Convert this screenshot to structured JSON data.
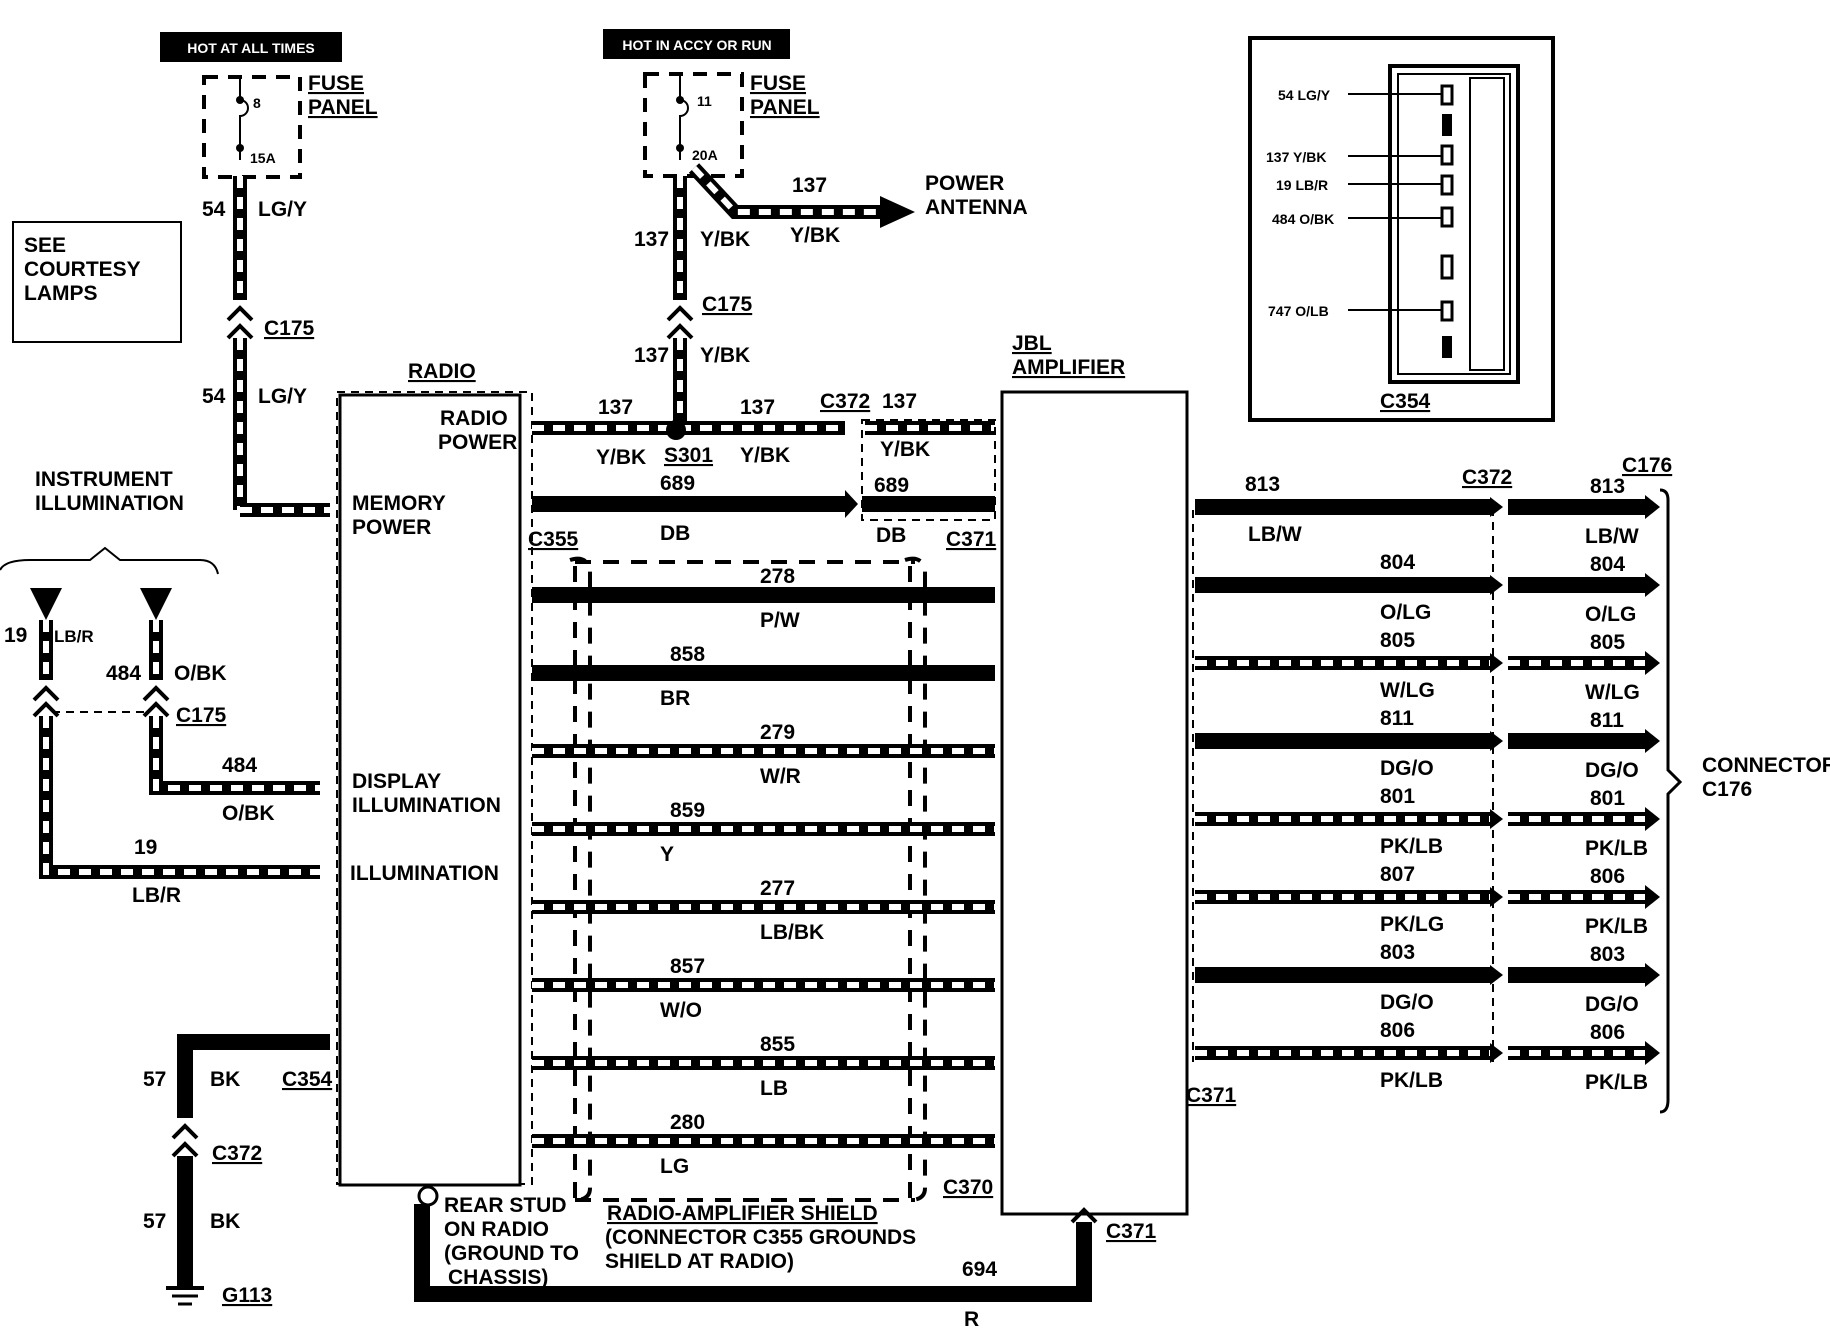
{
  "diagram": {
    "hot_at_all_times": "HOT AT ALL TIMES",
    "hot_in_accy_or_run": "HOT IN ACCY OR RUN",
    "fuse_panel_1": [
      "FUSE",
      "PANEL"
    ],
    "fuse_panel_2": [
      "FUSE",
      "PANEL"
    ],
    "fuse_8_num": "8",
    "fuse_8_amp": "15A",
    "fuse_11_num": "11",
    "fuse_11_amp": "20A",
    "power_antenna": [
      "POWER",
      "ANTENNA"
    ],
    "see_courtesy": [
      "SEE",
      "COURTESY",
      "LAMPS"
    ],
    "instrument_illumination": [
      "INSTRUMENT",
      "ILLUMINATION"
    ],
    "radio_title": "RADIO",
    "radio_power": [
      "RADIO",
      "POWER"
    ],
    "memory_power": [
      "MEMORY",
      "POWER"
    ],
    "display_illumination": [
      "DISPLAY",
      "ILLUMINATION"
    ],
    "illumination": "ILLUMINATION",
    "jbl_amplifier": [
      "JBL",
      "AMPLIFIER"
    ],
    "connector_c176": [
      "CONNECTOR",
      "C176"
    ],
    "rear_stud": [
      "REAR STUD",
      "ON RADIO",
      "(GROUND TO",
      "CHASSIS)"
    ],
    "shield_note": [
      "RADIO-AMPLIFIER SHIELD",
      "(CONNECTOR C355 GROUNDS",
      "SHIELD AT RADIO)"
    ],
    "inset_connector": "C354",
    "inset_pins": [
      "54 LG/Y",
      "137 Y/BK",
      "19 LB/R",
      "484 O/BK",
      "747 O/LB"
    ],
    "connectors": {
      "c175_a": "C175",
      "c175_b": "C175",
      "c175_c": "C175",
      "c372_a": "C372",
      "c372_b": "C372",
      "c372_c": "C372",
      "s301": "S301",
      "c355": "C355",
      "c371_a": "C371",
      "c371_b": "C371",
      "c371_c": "C371",
      "c370": "C370",
      "c354": "C354",
      "c176": "C176",
      "g113": "G113"
    },
    "wires": {
      "w54_num": "54",
      "w54_col": "LG/Y",
      "w54_num2": "54",
      "w54_col2": "LG/Y",
      "w137_num_a": "137",
      "w137_col_a": "Y/BK",
      "w137_num_b": "137",
      "w137_col_b": "Y/BK",
      "w137_num_c": "137",
      "w137_col_c": "Y/BK",
      "w137_num_d": "137",
      "w137_col_d": "Y/BK",
      "w137_num_e": "137",
      "w137_col_e": "Y/BK",
      "w137_num_f": "137",
      "w137_col_f": "Y/BK",
      "w137_num_g": "137",
      "w689_a": "689",
      "w689_b": "689",
      "db_a": "DB",
      "db_b": "DB",
      "w19": "19",
      "w19_col": "LB/R",
      "w19_b": "19",
      "w19_col_b": "LB/R",
      "w484": "484",
      "w484_col": "O/BK",
      "w484_b": "484",
      "w484_col_b": "O/BK",
      "w57": "57",
      "w57_col": "BK",
      "w57_b": "57",
      "w57_col_b": "BK",
      "w694": "694",
      "w694_col": "R"
    },
    "speaker_wires": [
      {
        "num": "278",
        "col": "P/W"
      },
      {
        "num": "858",
        "col": "BR"
      },
      {
        "num": "279",
        "col": "W/R"
      },
      {
        "num": "859",
        "col": "Y"
      },
      {
        "num": "277",
        "col": "LB/BK"
      },
      {
        "num": "857",
        "col": "W/O"
      },
      {
        "num": "855",
        "col": "LB"
      },
      {
        "num": "280",
        "col": "LG"
      }
    ],
    "output_wires": [
      {
        "num_l": "813",
        "col_l": "LB/W",
        "num_r": "813",
        "col_r": "LB/W"
      },
      {
        "num_l": "804",
        "col_l": "O/LG",
        "num_r": "804",
        "col_r": "O/LG"
      },
      {
        "num_l": "805",
        "col_l": "W/LG",
        "num_r": "805",
        "col_r": "W/LG"
      },
      {
        "num_l": "811",
        "col_l": "DG/O",
        "num_r": "811",
        "col_r": "DG/O"
      },
      {
        "num_l": "801",
        "col_l": "PK/LB",
        "num_r": "801",
        "col_r": "PK/LB"
      },
      {
        "num_l": "807",
        "col_l": "PK/LG",
        "num_r": "806",
        "col_r": "PK/LB"
      },
      {
        "num_l": "803",
        "col_l": "DG/O",
        "num_r": "803",
        "col_r": "DG/O"
      },
      {
        "num_l": "806",
        "col_l": "PK/LB",
        "num_r": "806",
        "col_r": "PK/LB"
      }
    ]
  }
}
